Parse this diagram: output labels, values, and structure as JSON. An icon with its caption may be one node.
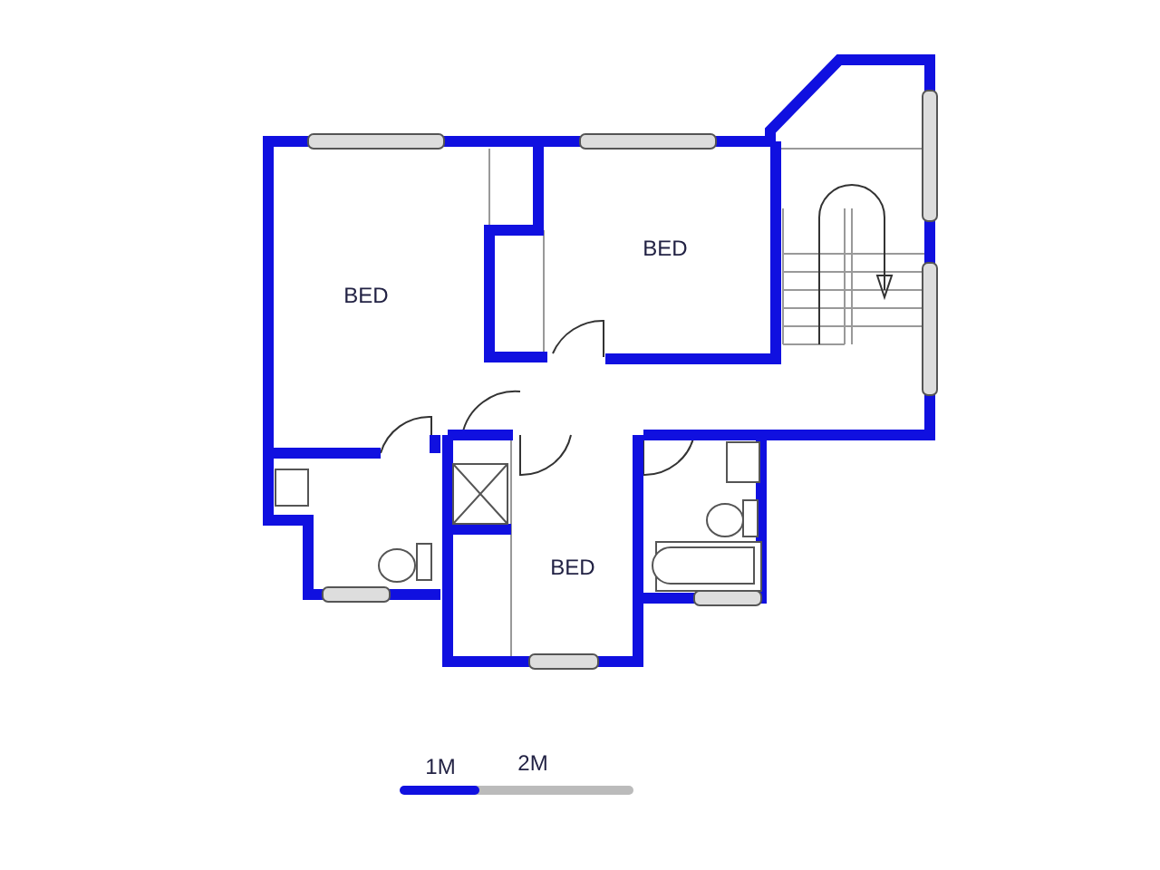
{
  "diagram": {
    "labels": [
      "BED",
      "BED",
      "BED",
      "1M",
      "2M"
    ]
  }
}
